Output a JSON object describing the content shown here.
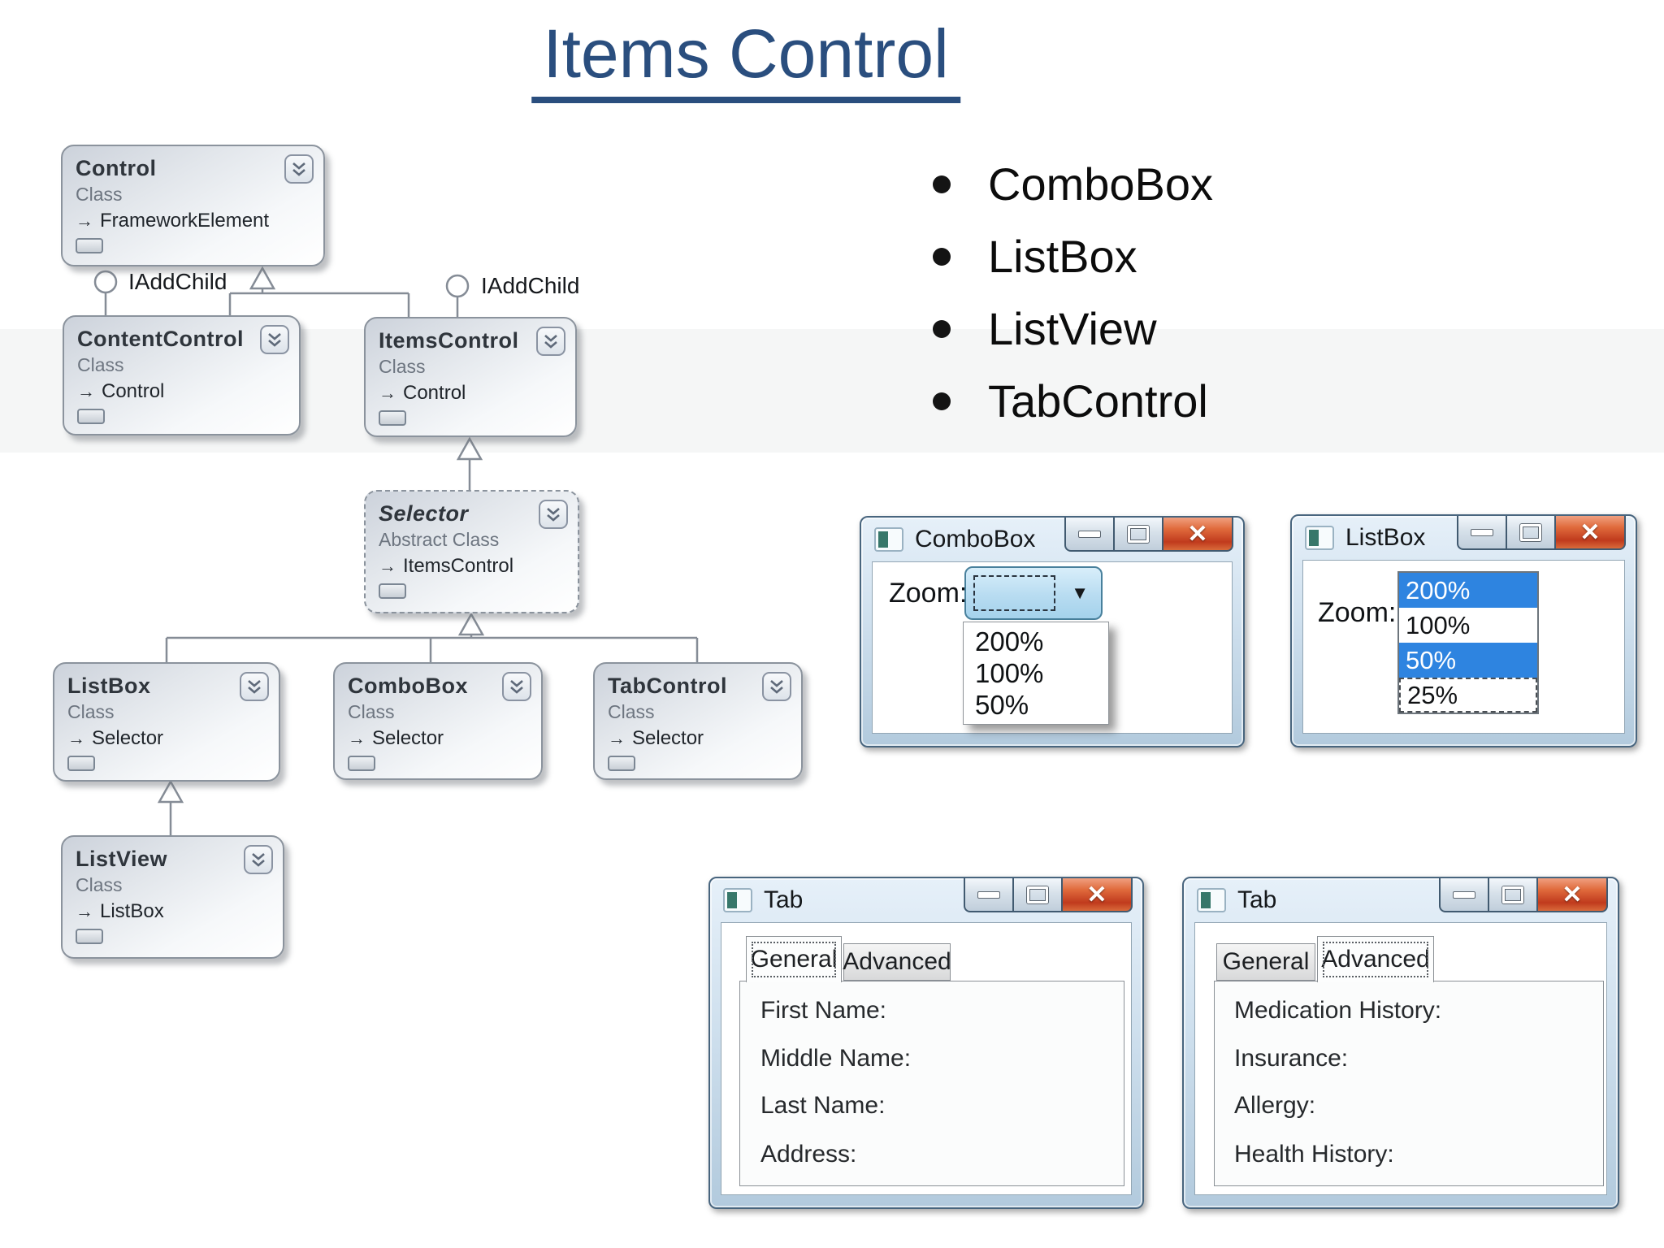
{
  "slide": {
    "title": "Items Control",
    "title_color": "#2a4e7e"
  },
  "bullets": [
    "ComboBox",
    "ListBox",
    "ListView",
    "TabControl"
  ],
  "diagram": {
    "interfaces": [
      "IAddChild",
      "IAddChild"
    ],
    "classes": [
      {
        "name": "Control",
        "kind": "Class",
        "base": "FrameworkElement"
      },
      {
        "name": "ContentControl",
        "kind": "Class",
        "base": "Control"
      },
      {
        "name": "ItemsControl",
        "kind": "Class",
        "base": "Control"
      },
      {
        "name": "Selector",
        "kind": "Abstract Class",
        "base": "ItemsControl"
      },
      {
        "name": "ListBox",
        "kind": "Class",
        "base": "Selector"
      },
      {
        "name": "ComboBox",
        "kind": "Class",
        "base": "Selector"
      },
      {
        "name": "TabControl",
        "kind": "Class",
        "base": "Selector"
      },
      {
        "name": "ListView",
        "kind": "Class",
        "base": "ListBox"
      }
    ]
  },
  "windows": {
    "combobox": {
      "title": "ComboBox",
      "zoom_label": "Zoom:",
      "dropdown_items": [
        "200%",
        "100%",
        "50%"
      ]
    },
    "listbox": {
      "title": "ListBox",
      "zoom_label": "Zoom:",
      "selection_color": "#2e84e0",
      "items": [
        {
          "label": "200%",
          "selected": true,
          "focused": false
        },
        {
          "label": "100%",
          "selected": false,
          "focused": false
        },
        {
          "label": "50%",
          "selected": true,
          "focused": false
        },
        {
          "label": "25%",
          "selected": false,
          "focused": true
        }
      ]
    },
    "tab_general": {
      "title": "Tab",
      "tabs": [
        "General",
        "Advanced"
      ],
      "active_tab": "General",
      "fields": [
        "First Name:",
        "Middle Name:",
        "Last Name:",
        "Address:"
      ]
    },
    "tab_advanced": {
      "title": "Tab",
      "tabs": [
        "General",
        "Advanced"
      ],
      "active_tab": "Advanced",
      "fields": [
        "Medication History:",
        "Insurance:",
        "Allergy:",
        "Health History:"
      ]
    }
  },
  "icons": {
    "close_glyph": "✕",
    "combo_arrow_glyph": "▼",
    "inherit_arrow_glyph": "→"
  },
  "colors": {
    "close_button_red": "#c03a1d",
    "selection_blue": "#2e84e0",
    "title_blue": "#2a4e7e"
  }
}
